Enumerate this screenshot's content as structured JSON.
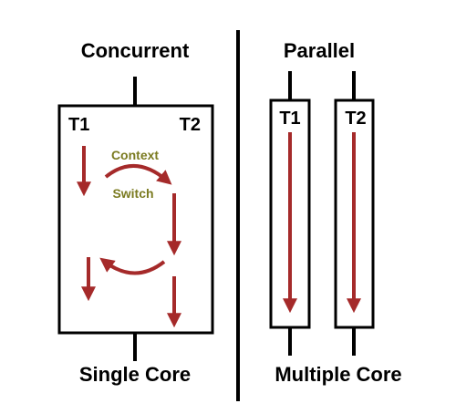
{
  "concurrent": {
    "title": "Concurrent",
    "footer": "Single Core",
    "thread_1": "T1",
    "thread_2": "T2",
    "context_line_1": "Context",
    "context_line_2": "Switch"
  },
  "parallel": {
    "title": "Parallel",
    "footer": "Multiple Core",
    "thread_1": "T1",
    "thread_2": "T2"
  },
  "colors": {
    "ink": "#000000",
    "arrow": "#a52a2a",
    "annotation": "#7b7b21",
    "background": "#ffffff"
  }
}
